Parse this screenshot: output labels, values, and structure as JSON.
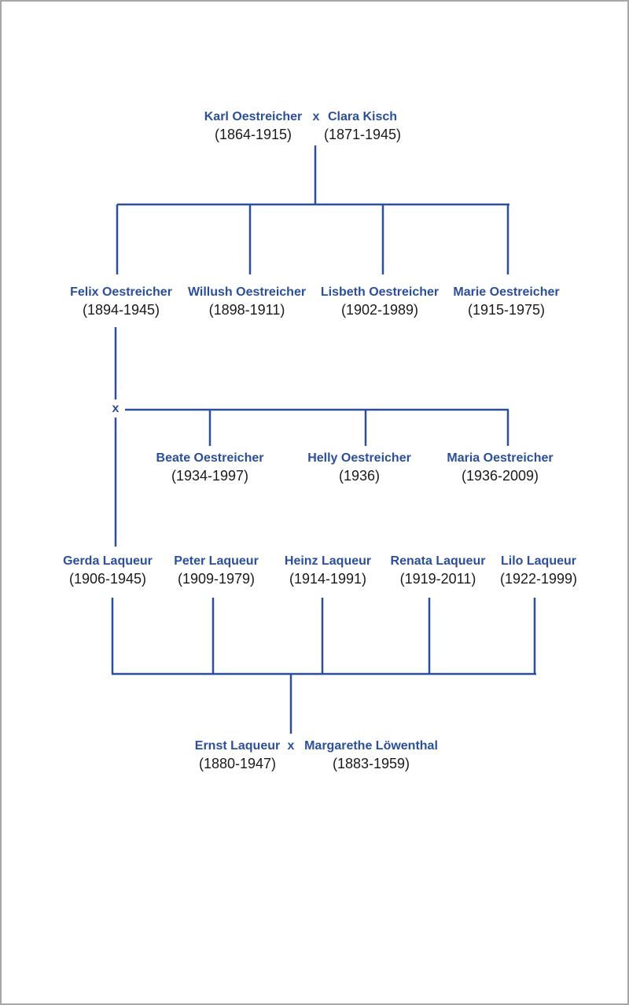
{
  "colors": {
    "accent": "#2b4f99",
    "text": "#1a1a1a",
    "border": "#a7a7a7"
  },
  "marriage_symbol": "x",
  "people": {
    "karl": {
      "name": "Karl Oestreicher",
      "dates": "(1864-1915)"
    },
    "clara": {
      "name": "Clara Kisch",
      "dates": "(1871-1945)"
    },
    "felix": {
      "name": "Felix Oestreicher",
      "dates": "(1894-1945)"
    },
    "willush": {
      "name": "Willush Oestreicher",
      "dates": "(1898-1911)"
    },
    "lisbeth": {
      "name": "Lisbeth Oestreicher",
      "dates": "(1902-1989)"
    },
    "marie": {
      "name": "Marie Oestreicher",
      "dates": "(1915-1975)"
    },
    "beate": {
      "name": "Beate Oestreicher",
      "dates": "(1934-1997)"
    },
    "helly": {
      "name": "Helly Oestreicher",
      "dates": "(1936)"
    },
    "maria": {
      "name": "Maria Oestreicher",
      "dates": "(1936-2009)"
    },
    "gerda": {
      "name": "Gerda Laqueur",
      "dates": "(1906-1945)"
    },
    "peter": {
      "name": "Peter Laqueur",
      "dates": "(1909-1979)"
    },
    "heinz": {
      "name": "Heinz Laqueur",
      "dates": "(1914-1991)"
    },
    "renata": {
      "name": "Renata Laqueur",
      "dates": "(1919-2011)"
    },
    "lilo": {
      "name": "Lilo Laqueur",
      "dates": "(1922-1999)"
    },
    "ernst": {
      "name": "Ernst Laqueur",
      "dates": "(1880-1947)"
    },
    "margarethe": {
      "name": "Margarethe Löwenthal",
      "dates": "(1883-1959)"
    }
  }
}
